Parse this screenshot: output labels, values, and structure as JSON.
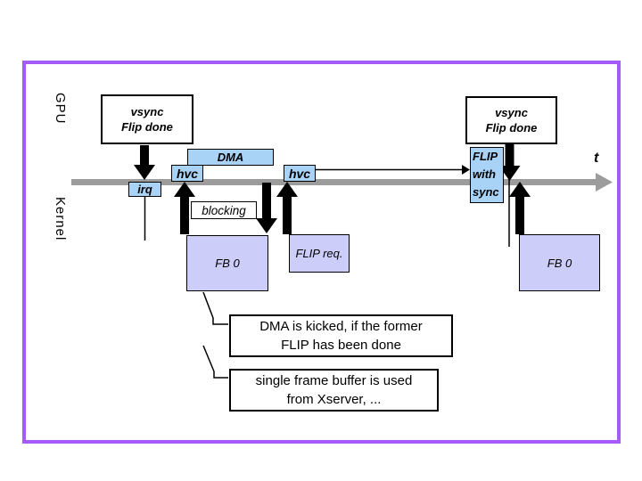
{
  "slide": {
    "lanes": {
      "gpu": "GPU",
      "kernel": "Kernel"
    },
    "timeline": {
      "axis_label": "t"
    },
    "gpu_events": {
      "vsync_left": {
        "line1": "vsync",
        "line2": "Flip done"
      },
      "vsync_right": {
        "line1": "vsync",
        "line2": "Flip done"
      },
      "dma": "DMA",
      "hvc_first": "hvc",
      "hvc_second": "hvc",
      "flip_with_sync": {
        "line1": "FLIP",
        "line2": "with",
        "line3": "sync"
      }
    },
    "kernel_events": {
      "irq": "irq",
      "blocking": "blocking",
      "fb0_left": "FB 0",
      "fb0_right": "FB 0",
      "flip_req": "FLIP req."
    },
    "notes": {
      "note1": {
        "line1": "DMA is kicked, if the former",
        "line2": "FLIP has been done"
      },
      "note2": {
        "line1": "single frame buffer is used",
        "line2": "from Xserver, ..."
      }
    },
    "icons": {
      "timeline_arrowhead": "right-arrow",
      "vertical_arrows": "thick-black-arrows",
      "hvc_to_flip_connector": "thin-right-arrow",
      "note_connectors": "elbow-callout-lines"
    },
    "colors": {
      "slide_border_purple": "#a55bf7",
      "process_blue": "#a9d2f7",
      "buffer_lavender": "#cdcdfa",
      "timeline_gray": "#9c9c9c",
      "arrow_black": "#000000"
    }
  }
}
